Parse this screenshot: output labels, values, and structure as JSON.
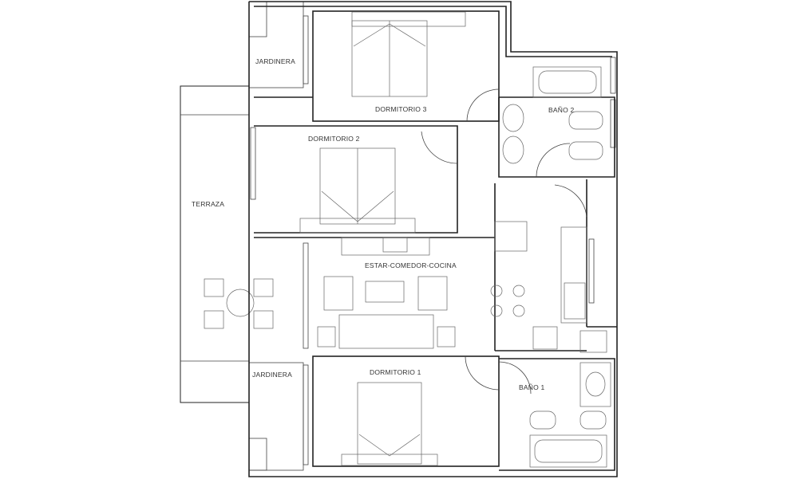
{
  "plan": {
    "rooms": {
      "jardinera_top": "JARDINERA",
      "dormitorio_3": "DORMITORIO 3",
      "bano_2": "BAÑO 2",
      "dormitorio_2": "DORMITORIO 2",
      "terraza": "TERRAZA",
      "estar": "ESTAR-COMEDOR-COCINA",
      "jardinera_bottom": "JARDINERA",
      "dormitorio_1": "DORMITORIO 1",
      "bano_1": "BAÑO 1"
    },
    "colors": {
      "wall": "#222222",
      "planter": "#eeeeee",
      "background": "#ffffff"
    }
  }
}
